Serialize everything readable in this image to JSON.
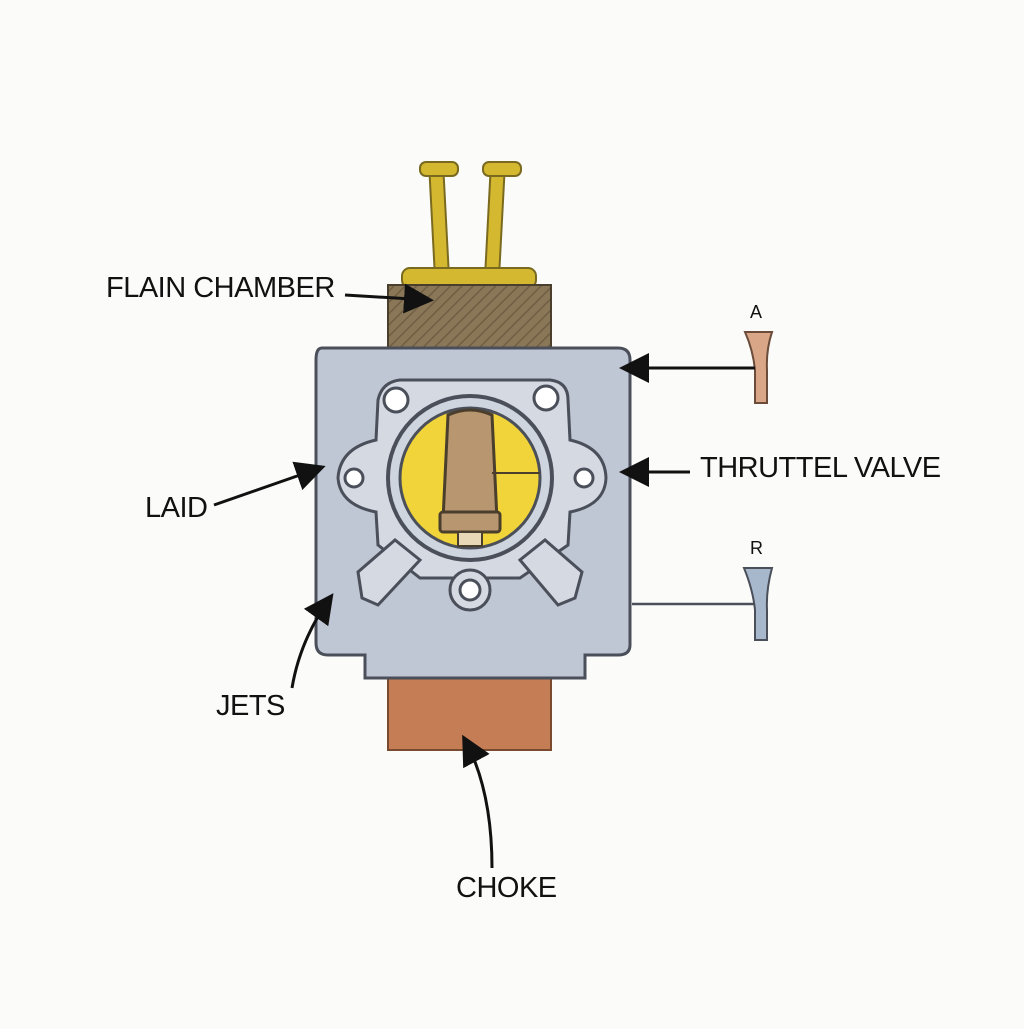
{
  "labels": {
    "float_chamber": "FLAIN CHAMBER",
    "throttle_valve": "THRUTTEL VALVE",
    "laid": "LAID",
    "jets": "JETS",
    "choke": "CHOKE",
    "a": "A",
    "r": "R"
  },
  "colors": {
    "body": "#bfc6d4",
    "brass": "#d4b830",
    "chamber": "#8a7758",
    "choke": "#c47d55",
    "venturi": "#f0d43a",
    "needle": "#b89670",
    "outline": "#4a4f5a"
  }
}
